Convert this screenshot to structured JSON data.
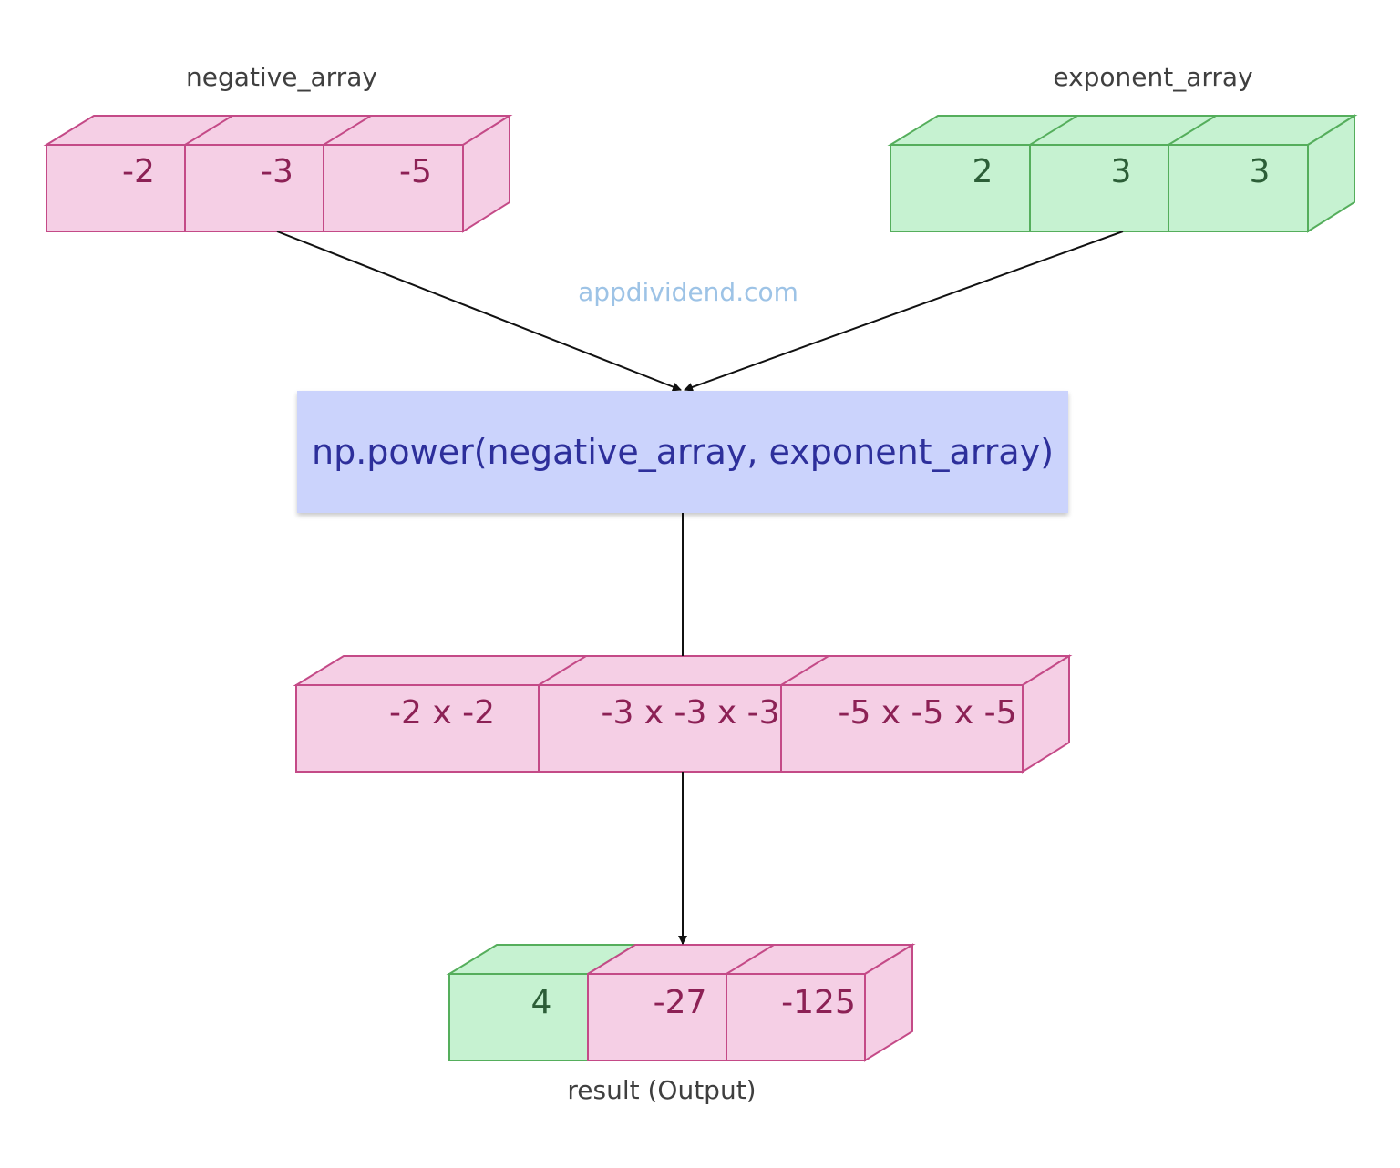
{
  "watermark": "appdividend.com",
  "negative_array": {
    "label": "negative_array",
    "values": [
      "-2",
      "-3",
      "-5"
    ]
  },
  "exponent_array": {
    "label": "exponent_array",
    "values": [
      "2",
      "3",
      "3"
    ]
  },
  "function_call": "np.power(negative_array, exponent_array)",
  "computation": {
    "values": [
      "-2 x -2",
      "-3 x -3 x -3",
      "-5 x -5 x -5"
    ]
  },
  "result": {
    "label": "result (Output)",
    "values": [
      "4",
      "-27",
      "-125"
    ]
  },
  "colors": {
    "pink_fill": "#f5cfe5",
    "pink_stroke": "#c44a87",
    "green_fill": "#c6f2d1",
    "green_stroke": "#55ae5c",
    "func_fill": "#cbd3fc"
  }
}
